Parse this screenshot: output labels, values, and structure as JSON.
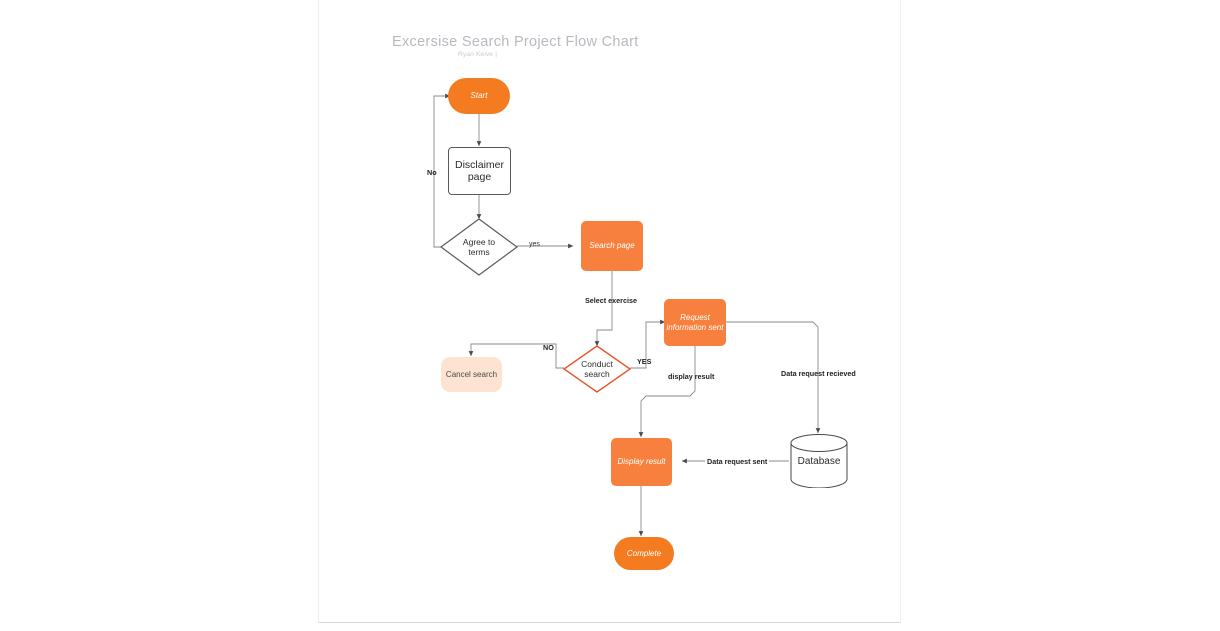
{
  "document": {
    "title": "Excersise Search Project Flow Chart",
    "subtitle": "Ryan Keive  |"
  },
  "colors": {
    "terminator_orange": "#F57B20",
    "process_orange": "#F8803E",
    "peach": "#FCE3D2",
    "diamond_accent": "#E8542A",
    "wire": "#808080",
    "title_gray": "#b9b9bf"
  },
  "nodes": {
    "start": {
      "label": "Start",
      "shape": "terminator"
    },
    "disclaimer": {
      "label": "Disclaimer page",
      "line1": "Disclaimer",
      "line2": "page",
      "shape": "process"
    },
    "agree": {
      "label": "Agree to terms",
      "line1": "Agree to",
      "line2": "terms",
      "shape": "decision"
    },
    "search_page": {
      "label": "Search page",
      "shape": "process"
    },
    "conduct": {
      "label": "Conduct search",
      "line1": "Conduct",
      "line2": "search",
      "shape": "decision"
    },
    "cancel": {
      "label": "Cancel search",
      "shape": "process"
    },
    "request": {
      "label": "Request information sent",
      "line1": "Request",
      "line2": "information sent",
      "shape": "process"
    },
    "display": {
      "label": "Display result",
      "shape": "process"
    },
    "database": {
      "label": "Database",
      "shape": "cylinder"
    },
    "complete": {
      "label": "Complete",
      "shape": "terminator"
    }
  },
  "edges": {
    "no": "No",
    "yes": "yes",
    "select_exercise": "Select exercise",
    "no_upper": "NO",
    "yes_upper": "YES",
    "display_result": "display result",
    "data_request_recieved": "Data request recieved",
    "data_request_sent": "Data request sent"
  }
}
